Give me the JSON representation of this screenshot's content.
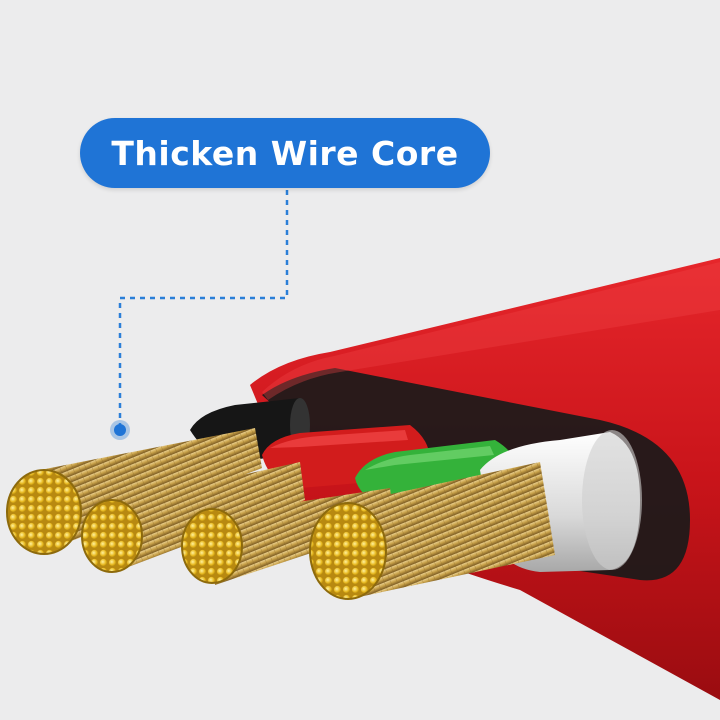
{
  "callout": {
    "label": "Thicken Wire Core",
    "pill_color": "#1f74d6",
    "text_color": "#ffffff"
  },
  "cable": {
    "jacket_color": "#c9141a",
    "conductors": [
      {
        "insulation": "black",
        "color": "#151515"
      },
      {
        "insulation": "red",
        "color": "#d21c1c"
      },
      {
        "insulation": "green",
        "color": "#34b23a"
      },
      {
        "insulation": "white",
        "color": "#e6e6e6"
      }
    ],
    "strand_color": "#c9a24a",
    "core_end_color": "#e7b81f"
  },
  "background_color": "#ececed"
}
